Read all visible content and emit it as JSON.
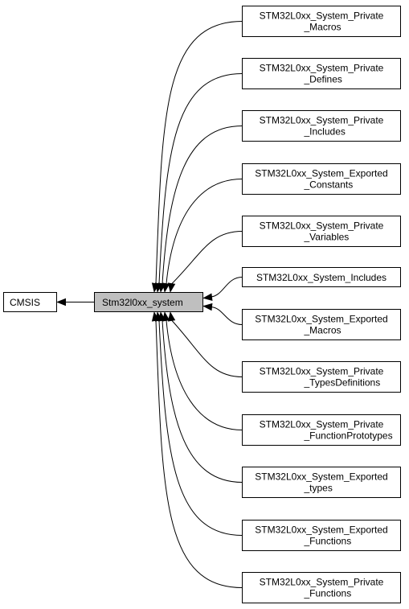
{
  "diagram": {
    "parent": {
      "label": "CMSIS"
    },
    "current": {
      "label": "Stm32l0xx_system"
    },
    "children": [
      {
        "line1": "STM32L0xx_System_Private",
        "line2": "_Macros"
      },
      {
        "line1": "STM32L0xx_System_Private",
        "line2": "_Defines"
      },
      {
        "line1": "STM32L0xx_System_Private",
        "line2": "_Includes"
      },
      {
        "line1": "STM32L0xx_System_Exported",
        "line2": "_Constants"
      },
      {
        "line1": "STM32L0xx_System_Private",
        "line2": "_Variables"
      },
      {
        "line1": "STM32L0xx_System_Includes",
        "line2": ""
      },
      {
        "line1": "STM32L0xx_System_Exported",
        "line2": "_Macros"
      },
      {
        "line1": "STM32L0xx_System_Private",
        "line2": "_TypesDefinitions"
      },
      {
        "line1": "STM32L0xx_System_Private",
        "line2": "_FunctionPrototypes"
      },
      {
        "line1": "STM32L0xx_System_Exported",
        "line2": "_types"
      },
      {
        "line1": "STM32L0xx_System_Exported",
        "line2": "_Functions"
      },
      {
        "line1": "STM32L0xx_System_Private",
        "line2": "_Functions"
      }
    ]
  }
}
